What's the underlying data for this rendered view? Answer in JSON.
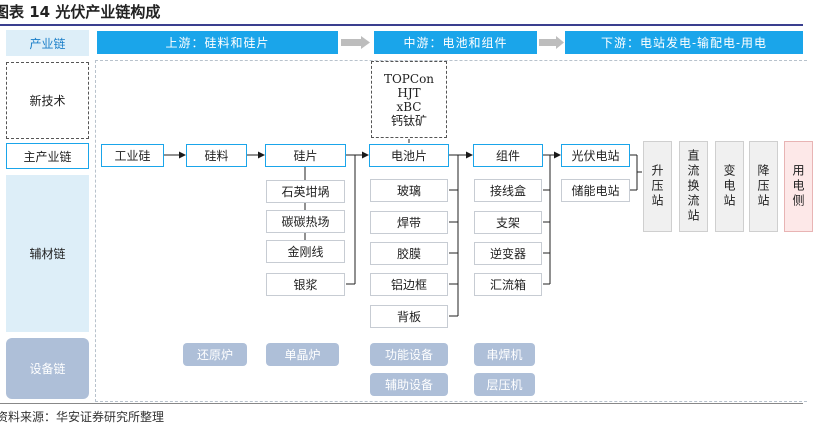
{
  "title": "图表 14 光伏产业链构成",
  "source": "资料来源：华安证券研究所整理",
  "header": {
    "row_label": "产业链",
    "stages": [
      "上游：硅料和硅片",
      "中游：电池和组件",
      "下游：电站发电-输配电-用电"
    ]
  },
  "left_labels": {
    "new_tech": "新技术",
    "main_chain": "主产业链",
    "aux_chain": "辅材链",
    "equip_chain": "设备链"
  },
  "new_tech": [
    "TOPCon",
    "HJT",
    "xBC",
    "钙钛矿"
  ],
  "main_chain": [
    "工业硅",
    "硅料",
    "硅片",
    "电池片",
    "组件",
    "光伏电站"
  ],
  "storage": "储能电站",
  "stations": [
    "升压站",
    "直流换流站",
    "变电站",
    "降压站",
    "用电侧"
  ],
  "aux": {
    "wafer": [
      "石英坩埚",
      "碳碳热场",
      "金刚线",
      "银浆"
    ],
    "cell": [
      "玻璃",
      "焊带",
      "胶膜",
      "铝边框",
      "背板"
    ],
    "module": [
      "接线盒",
      "支架",
      "逆变器",
      "汇流箱"
    ]
  },
  "equipment": {
    "silicon": "还原炉",
    "wafer": "单晶炉",
    "cell": [
      "功能设备",
      "辅助设备"
    ],
    "module": [
      "串焊机",
      "层压机"
    ]
  }
}
